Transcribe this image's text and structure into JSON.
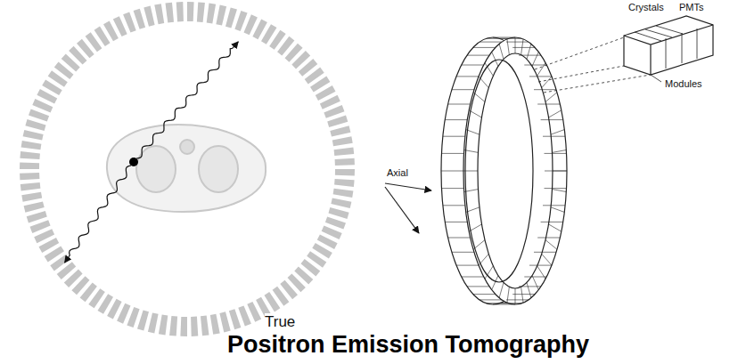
{
  "diagram": {
    "title": "Positron Emission Tomography",
    "labels": [
      "True",
      "PMTs",
      "Crystals",
      "Modules",
      "Axial"
    ]
  }
}
